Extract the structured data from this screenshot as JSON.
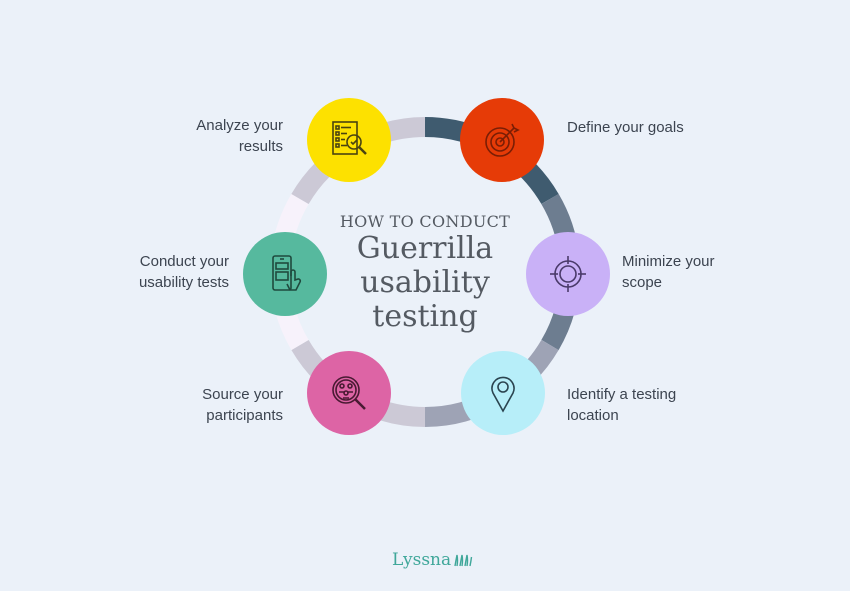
{
  "title": {
    "kicker": "HOW TO CONDUCT",
    "lines": [
      "Guerrilla",
      "usability",
      "testing"
    ]
  },
  "steps": [
    {
      "label_lines": [
        "Define your goals"
      ],
      "icon": "target-icon",
      "color": "#e63b07",
      "side": "right"
    },
    {
      "label_lines": [
        "Minimize your",
        "scope"
      ],
      "icon": "crosshair-icon",
      "color": "#c9b1f7",
      "side": "right"
    },
    {
      "label_lines": [
        "Identify a testing",
        "location"
      ],
      "icon": "location-pin-icon",
      "color": "#b7eef9",
      "side": "right"
    },
    {
      "label_lines": [
        "Source your",
        "participants"
      ],
      "icon": "people-search-icon",
      "color": "#dd64a5",
      "side": "left"
    },
    {
      "label_lines": [
        "Conduct your",
        "usability tests"
      ],
      "icon": "phone-tap-icon",
      "color": "#56b99e",
      "side": "left"
    },
    {
      "label_lines": [
        "Analyze your",
        "results"
      ],
      "icon": "checklist-magnifier-icon",
      "color": "#fde100",
      "side": "left"
    }
  ],
  "ring_colors": {
    "dark_slate": "#3f5b6f",
    "slate": "#6d7d90",
    "gray_blue": "#9ea3b5",
    "light_gray": "#ccc9d6",
    "near_white": "#f7f2fb"
  },
  "brand": {
    "name": "Lyssna",
    "color": "#3fa79a"
  }
}
